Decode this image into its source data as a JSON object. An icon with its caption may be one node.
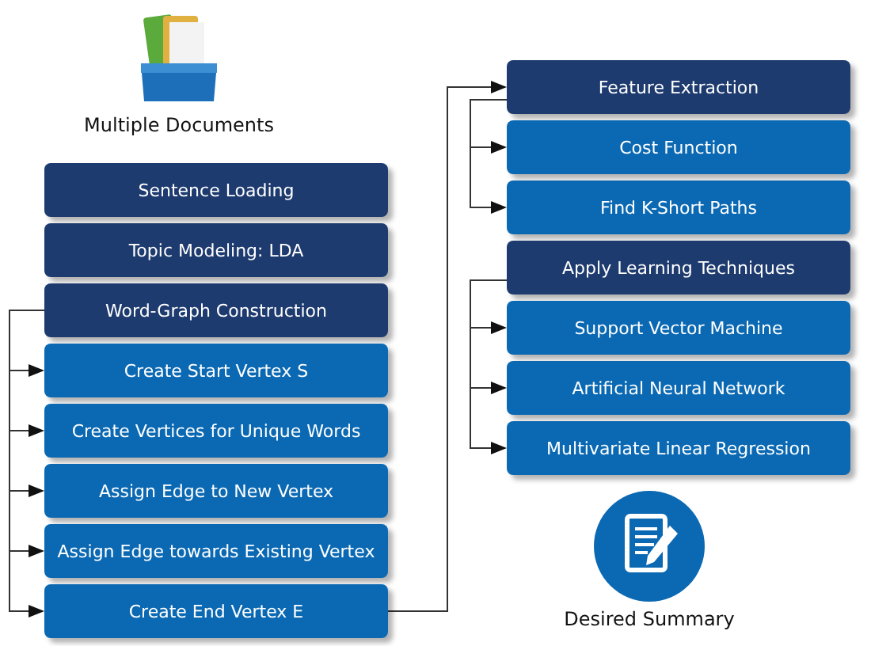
{
  "diagram": {
    "nodes": [
      {
        "text": [
          "Multiple Documents"
        ]
      },
      {
        "text": [
          "Sentence Loading"
        ]
      },
      {
        "text": [
          "Topic Modeling: LDA"
        ]
      },
      {
        "text": [
          "Word-Graph Construction"
        ]
      },
      {
        "text": [
          "Create Start Vertex S"
        ]
      },
      {
        "text": [
          "Create Vertices for Unique Words"
        ]
      },
      {
        "text": [
          "Assign Edge to New Vertex"
        ]
      },
      {
        "text": [
          "Assign Edge towards Existing Vertex"
        ]
      },
      {
        "text": [
          "Create End Vertex E"
        ]
      },
      {
        "text": [
          "Feature Extraction"
        ]
      },
      {
        "text": [
          "Cost Function"
        ]
      },
      {
        "text": [
          "Find K-Short Paths"
        ]
      },
      {
        "text": [
          "Apply Learning Techniques"
        ]
      },
      {
        "text": [
          "Support Vector Machine"
        ]
      },
      {
        "text": [
          "Artificial Neural Network"
        ]
      },
      {
        "text": [
          "Multivariate Linear Regression"
        ]
      },
      {
        "text": [
          "Desired Summary"
        ]
      }
    ],
    "edges": [
      {
        "from": 3,
        "to": 4,
        "arrow": "to"
      },
      {
        "from": 3,
        "to": 5,
        "arrow": "to"
      },
      {
        "from": 3,
        "to": 6,
        "arrow": "to"
      },
      {
        "from": 3,
        "to": 7,
        "arrow": "to"
      },
      {
        "from": 3,
        "to": 8,
        "arrow": "to"
      },
      {
        "from": 8,
        "to": 9,
        "arrow": "to"
      },
      {
        "from": 9,
        "to": 10,
        "arrow": "to"
      },
      {
        "from": 9,
        "to": 11,
        "arrow": "to"
      },
      {
        "from": 12,
        "to": 13,
        "arrow": "to"
      },
      {
        "from": 12,
        "to": 14,
        "arrow": "to"
      },
      {
        "from": 12,
        "to": 15,
        "arrow": "to"
      }
    ]
  }
}
